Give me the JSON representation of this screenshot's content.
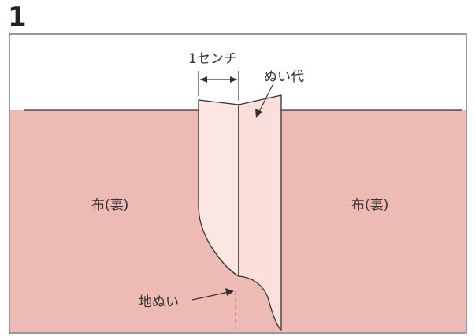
{
  "step": {
    "number": "1"
  },
  "diagram": {
    "width_label": "1センチ",
    "seam_allowance_label": "ぬい代",
    "fabric_left_label": "布(裏)",
    "fabric_right_label": "布(裏)",
    "stitch_label": "地ぬい"
  },
  "colors": {
    "fabric": "#eebab4",
    "allowance": "#fbe6e2",
    "allowance_outer": "#fadfda",
    "line": "#333333",
    "stitch_mark": "#e07a6f"
  }
}
